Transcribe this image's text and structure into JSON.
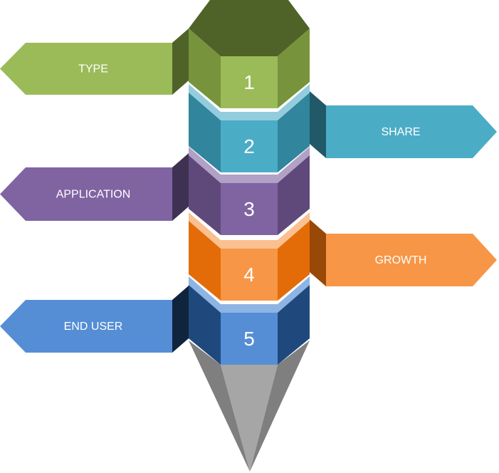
{
  "steps": [
    {
      "number": "1",
      "label": "TYPE",
      "side": "left",
      "colors": {
        "front": "#9BBB59",
        "side": "#77933C",
        "top": "#4F6228",
        "flap": "#4F6228"
      }
    },
    {
      "number": "2",
      "label": "SHARE",
      "side": "right",
      "colors": {
        "front": "#4BACC6",
        "side": "#31859C",
        "top": "#93CDDD",
        "flap": "#215968"
      }
    },
    {
      "number": "3",
      "label": "APPLICATION",
      "side": "left",
      "colors": {
        "front": "#8064A2",
        "side": "#5F497A",
        "top": "#B2A1C7",
        "flap": "#3F3151"
      }
    },
    {
      "number": "4",
      "label": "GROWTH",
      "side": "right",
      "colors": {
        "front": "#F79646",
        "side": "#E36C09",
        "top": "#FAC090",
        "flap": "#984807"
      }
    },
    {
      "number": "5",
      "label": "END USER",
      "side": "left",
      "colors": {
        "front": "#558ED5",
        "side": "#1F497D",
        "top": "#8EB4E3",
        "flap": "#10243E"
      }
    }
  ],
  "tip_colors": {
    "front": "#A6A6A6",
    "side": "#7F7F7F"
  }
}
